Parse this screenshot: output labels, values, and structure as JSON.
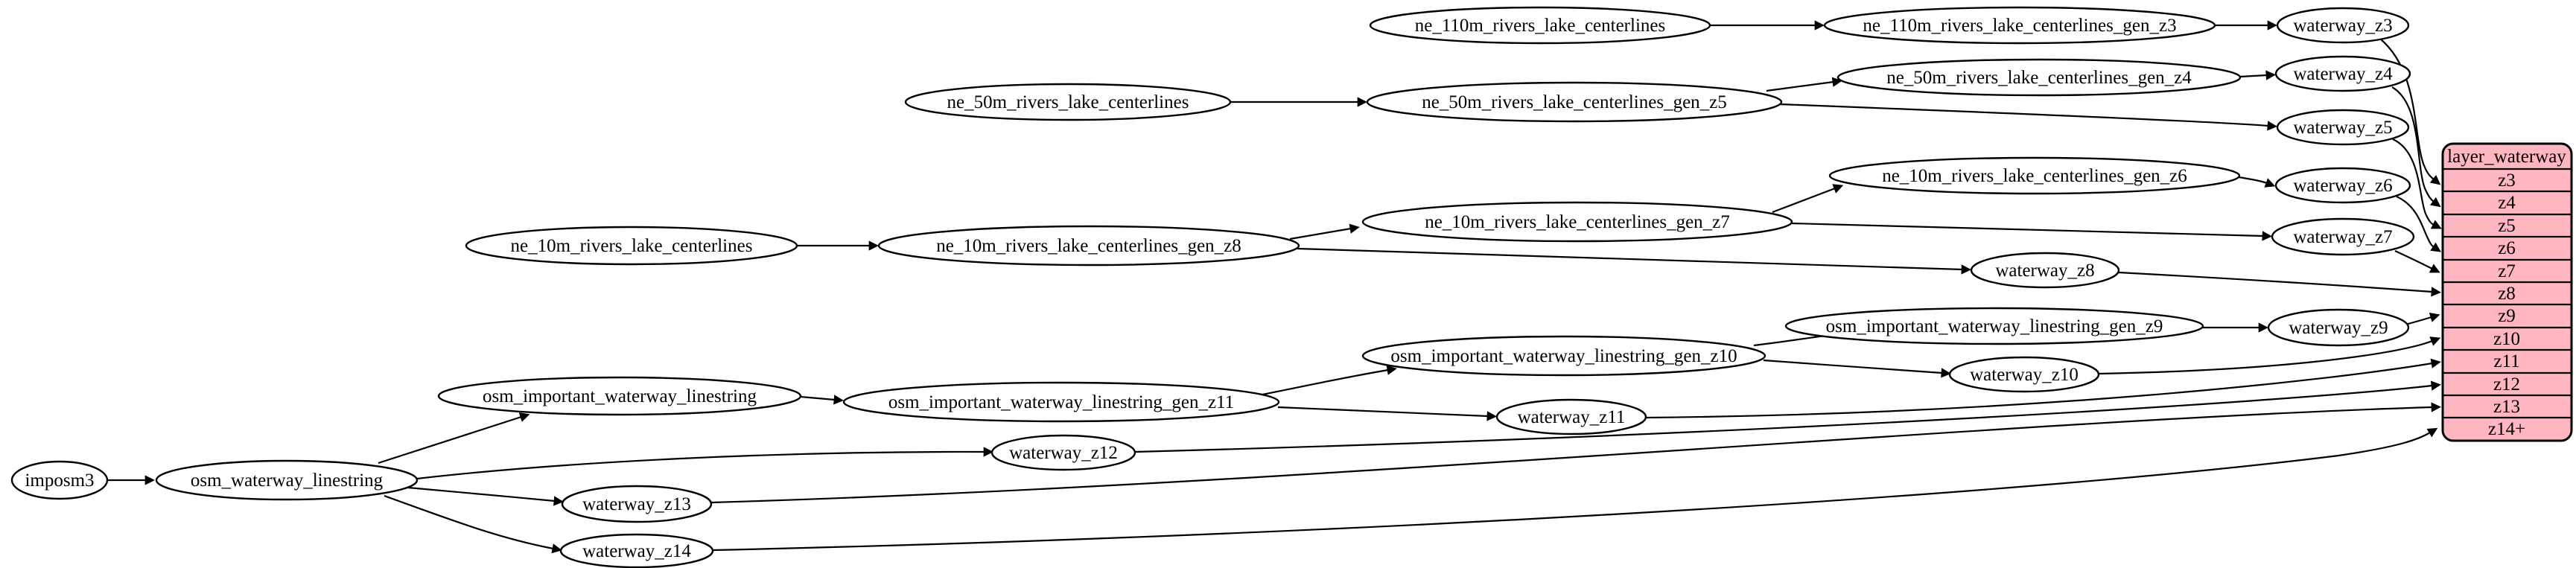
{
  "nodes": {
    "imposm3": "imposm3",
    "osm_waterway_linestring": "osm_waterway_linestring",
    "osm_important_waterway_linestring": "osm_important_waterway_linestring",
    "osm_important_waterway_linestring_gen_z11": "osm_important_waterway_linestring_gen_z11",
    "osm_important_waterway_linestring_gen_z10": "osm_important_waterway_linestring_gen_z10",
    "osm_important_waterway_linestring_gen_z9": "osm_important_waterway_linestring_gen_z9",
    "ne_10m_rivers_lake_centerlines": "ne_10m_rivers_lake_centerlines",
    "ne_10m_rivers_lake_centerlines_gen_z8": "ne_10m_rivers_lake_centerlines_gen_z8",
    "ne_10m_rivers_lake_centerlines_gen_z7": "ne_10m_rivers_lake_centerlines_gen_z7",
    "ne_10m_rivers_lake_centerlines_gen_z6": "ne_10m_rivers_lake_centerlines_gen_z6",
    "ne_50m_rivers_lake_centerlines": "ne_50m_rivers_lake_centerlines",
    "ne_50m_rivers_lake_centerlines_gen_z5": "ne_50m_rivers_lake_centerlines_gen_z5",
    "ne_50m_rivers_lake_centerlines_gen_z4": "ne_50m_rivers_lake_centerlines_gen_z4",
    "ne_110m_rivers_lake_centerlines": "ne_110m_rivers_lake_centerlines",
    "ne_110m_rivers_lake_centerlines_gen_z3": "ne_110m_rivers_lake_centerlines_gen_z3",
    "waterway_z3": "waterway_z3",
    "waterway_z4": "waterway_z4",
    "waterway_z5": "waterway_z5",
    "waterway_z6": "waterway_z6",
    "waterway_z7": "waterway_z7",
    "waterway_z8": "waterway_z8",
    "waterway_z9": "waterway_z9",
    "waterway_z10": "waterway_z10",
    "waterway_z11": "waterway_z11",
    "waterway_z12": "waterway_z12",
    "waterway_z13": "waterway_z13",
    "waterway_z14": "waterway_z14"
  },
  "table": {
    "title": "layer_waterway",
    "rows": [
      "z3",
      "z4",
      "z5",
      "z6",
      "z7",
      "z8",
      "z9",
      "z10",
      "z11",
      "z12",
      "z13",
      "z14+"
    ]
  },
  "colors": {
    "table_fill": "#ffb6c1",
    "table_stroke": "#000000",
    "node_fill": "#ffffff",
    "node_stroke": "#000000",
    "edge": "#000000",
    "background": "#ffffff"
  }
}
